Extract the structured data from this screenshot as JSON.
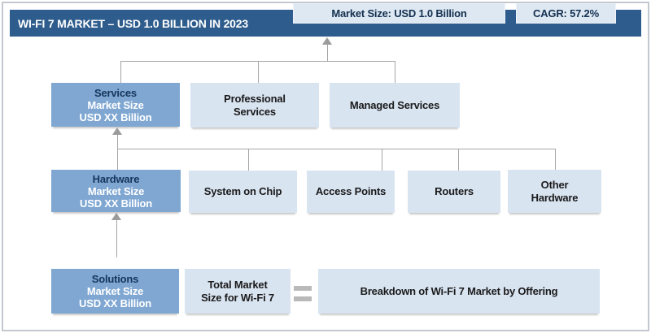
{
  "header": {
    "title": "WI-FI 7 MARKET – USD 1.0 BILLION IN 2023",
    "market_size": "Market Size: USD 1.0 Billion",
    "cagr": "CAGR: 57.2%"
  },
  "tree": {
    "services": {
      "title": "Services",
      "subtitle": "Market Size\nUSD XX Billion",
      "children": [
        "Professional\nServices",
        "Managed Services"
      ]
    },
    "hardware": {
      "title": "Hardware",
      "subtitle": "Market Size\nUSD XX Billion",
      "children": [
        "System on Chip",
        "Access Points",
        "Routers",
        "Other\nHardware"
      ]
    },
    "solutions": {
      "title": "Solutions",
      "subtitle": "Market Size\nUSD XX Billion"
    }
  },
  "footer": {
    "total": "Total Market\nSize for Wi-Fi 7",
    "breakdown": "Breakdown of Wi-Fi 7 Market by Offering"
  },
  "colors": {
    "header_bg": "#2e5d8d",
    "header_chip_bg": "#dde8f3",
    "parent_box_bg": "#7fa7d2",
    "child_box_bg": "#d9e4f1",
    "parent_title_text": "#16365c",
    "connector_line": "#a6a6a6",
    "equals_gray": "#b9b9b9"
  }
}
